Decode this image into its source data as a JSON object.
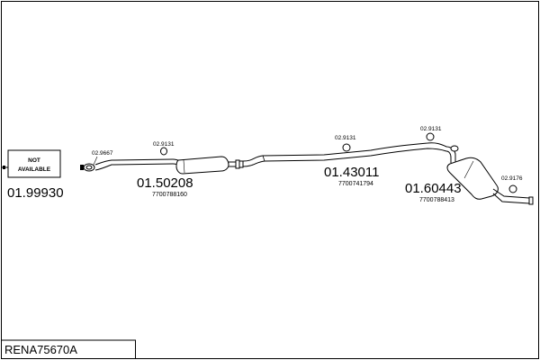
{
  "not_available_box": {
    "line1": "NOT",
    "line2": "AVAILABLE",
    "number": "01.99930"
  },
  "parts": [
    {
      "number": "01.50208",
      "reference": "7700788160"
    },
    {
      "number": "01.43011",
      "reference": "7700741794"
    },
    {
      "number": "01.60443",
      "reference": "7700788413"
    }
  ],
  "fittings": [
    {
      "label": "02.9667"
    },
    {
      "label": "02.9131"
    },
    {
      "label": "02.9131"
    },
    {
      "label": "02.9131"
    },
    {
      "label": "02.9176"
    }
  ],
  "kit_code": "RENA75670A"
}
